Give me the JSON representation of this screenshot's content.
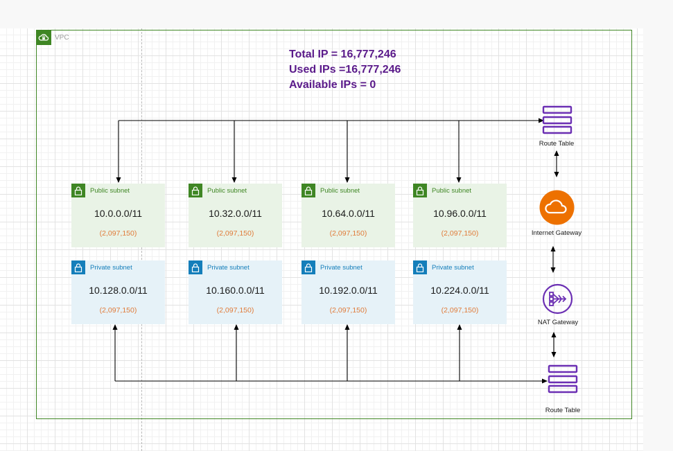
{
  "vpc": {
    "label": "VPC"
  },
  "summary": {
    "total": "Total IP = 16,777,246",
    "used": "Used IPs =16,777,246",
    "available": "Available IPs = 0"
  },
  "public_subnets": [
    {
      "kind": "Public subnet",
      "cidr": "10.0.0.0/11",
      "count": "(2,097,150)"
    },
    {
      "kind": "Public subnet",
      "cidr": "10.32.0.0/11",
      "count": "(2,097,150)"
    },
    {
      "kind": "Public subnet",
      "cidr": "10.64.0.0/11",
      "count": "(2,097,150)"
    },
    {
      "kind": "Public subnet",
      "cidr": "10.96.0.0/11",
      "count": "(2,097,150)"
    }
  ],
  "private_subnets": [
    {
      "kind": "Private subnet",
      "cidr": "10.128.0.0/11",
      "count": "(2,097,150)"
    },
    {
      "kind": "Private subnet",
      "cidr": "10.160.0.0/11",
      "count": "(2,097,150)"
    },
    {
      "kind": "Private subnet",
      "cidr": "10.192.0.0/11",
      "count": "(2,097,150)"
    },
    {
      "kind": "Private subnet",
      "cidr": "10.224.0.0/11",
      "count": "(2,097,150)"
    }
  ],
  "nodes": {
    "route_table_public": {
      "label": "Route Table",
      "icon": "route-table-icon"
    },
    "internet_gateway": {
      "label": "Internet Gateway",
      "icon": "cloud-icon"
    },
    "nat_gateway": {
      "label": "NAT Gateway",
      "icon": "nat-gateway-icon"
    },
    "route_table_private": {
      "label": "Route Table",
      "icon": "route-table-icon"
    }
  },
  "colors": {
    "public": "#3f8624",
    "private": "#147eba",
    "summary_text": "#5a1a8a",
    "ip_count": "#e07b39",
    "route_table": "#6b2fb3",
    "internet_gateway": "#ed7100",
    "nat_gateway": "#6b2fb3"
  }
}
